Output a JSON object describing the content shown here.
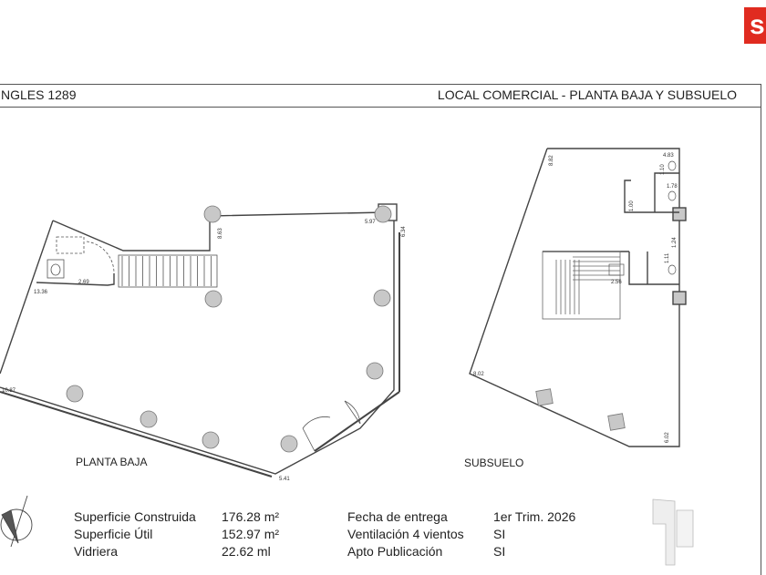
{
  "header": {
    "left": "NGLES 1289",
    "right": "LOCAL COMERCIAL - PLANTA BAJA Y SUBSUELO"
  },
  "labels": {
    "planta_baja": "PLANTA BAJA",
    "subsuelo": "SUBSUELO"
  },
  "dimensions": {
    "pb": [
      "8.63",
      "5.97",
      "6.34",
      "2.69",
      "13.36",
      "10.87",
      "5.41"
    ],
    "ss": [
      "8.82",
      "4.83",
      "1.10",
      "1.78",
      "1.00",
      "1.24",
      "1.11",
      "2.56",
      "8.02",
      "6.02"
    ]
  },
  "specs_left": [
    {
      "label": "Superficie Construida",
      "value": "176.28 m²"
    },
    {
      "label": "Superficie Útil",
      "value": "152.97 m²"
    },
    {
      "label": "Vidriera",
      "value": "22.62 ml"
    }
  ],
  "specs_right": [
    {
      "label": "Fecha de entrega",
      "value": "1er Trim. 2026"
    },
    {
      "label": "Ventilación 4 vientos",
      "value": "SI"
    },
    {
      "label": "Apto Publicación",
      "value": "SI"
    }
  ],
  "colors": {
    "brand": "#e02b20",
    "column": "#c8c8c8",
    "line": "#444444"
  }
}
